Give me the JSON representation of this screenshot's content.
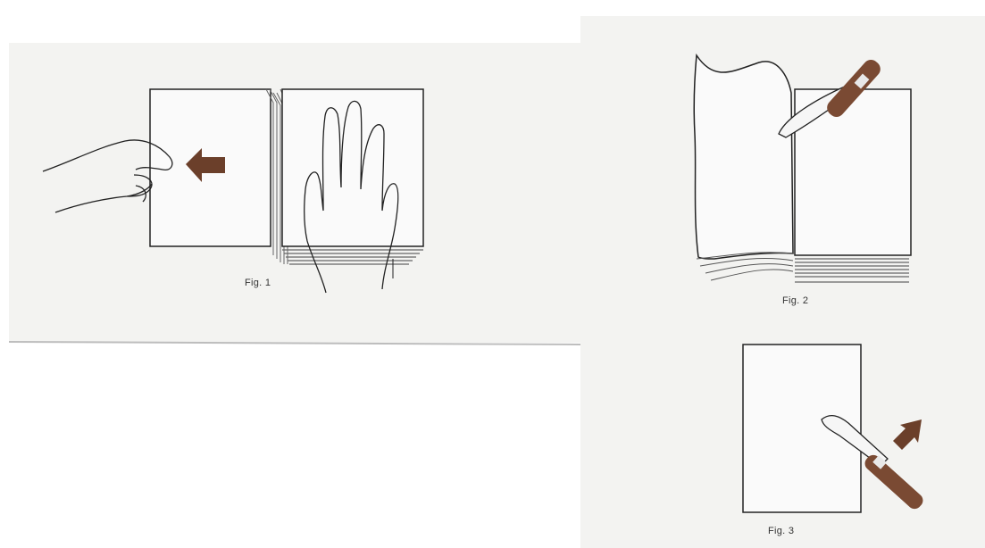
{
  "figures": [
    {
      "id": "fig1",
      "caption": "Fig. 1"
    },
    {
      "id": "fig2",
      "caption": "Fig. 2"
    },
    {
      "id": "fig3",
      "caption": "Fig. 3"
    }
  ],
  "colors": {
    "paper_tint": "#f3f3f1",
    "line": "#222222",
    "arrow_brown": "#6b3f2a",
    "cutter_body": "#7a4a33",
    "page_stack": "#8a8a8a"
  },
  "icons": {
    "fig1_arrow": "arrow-left-icon",
    "fig3_arrow": "arrow-up-right-icon",
    "cutter": "paper-knife-icon"
  }
}
